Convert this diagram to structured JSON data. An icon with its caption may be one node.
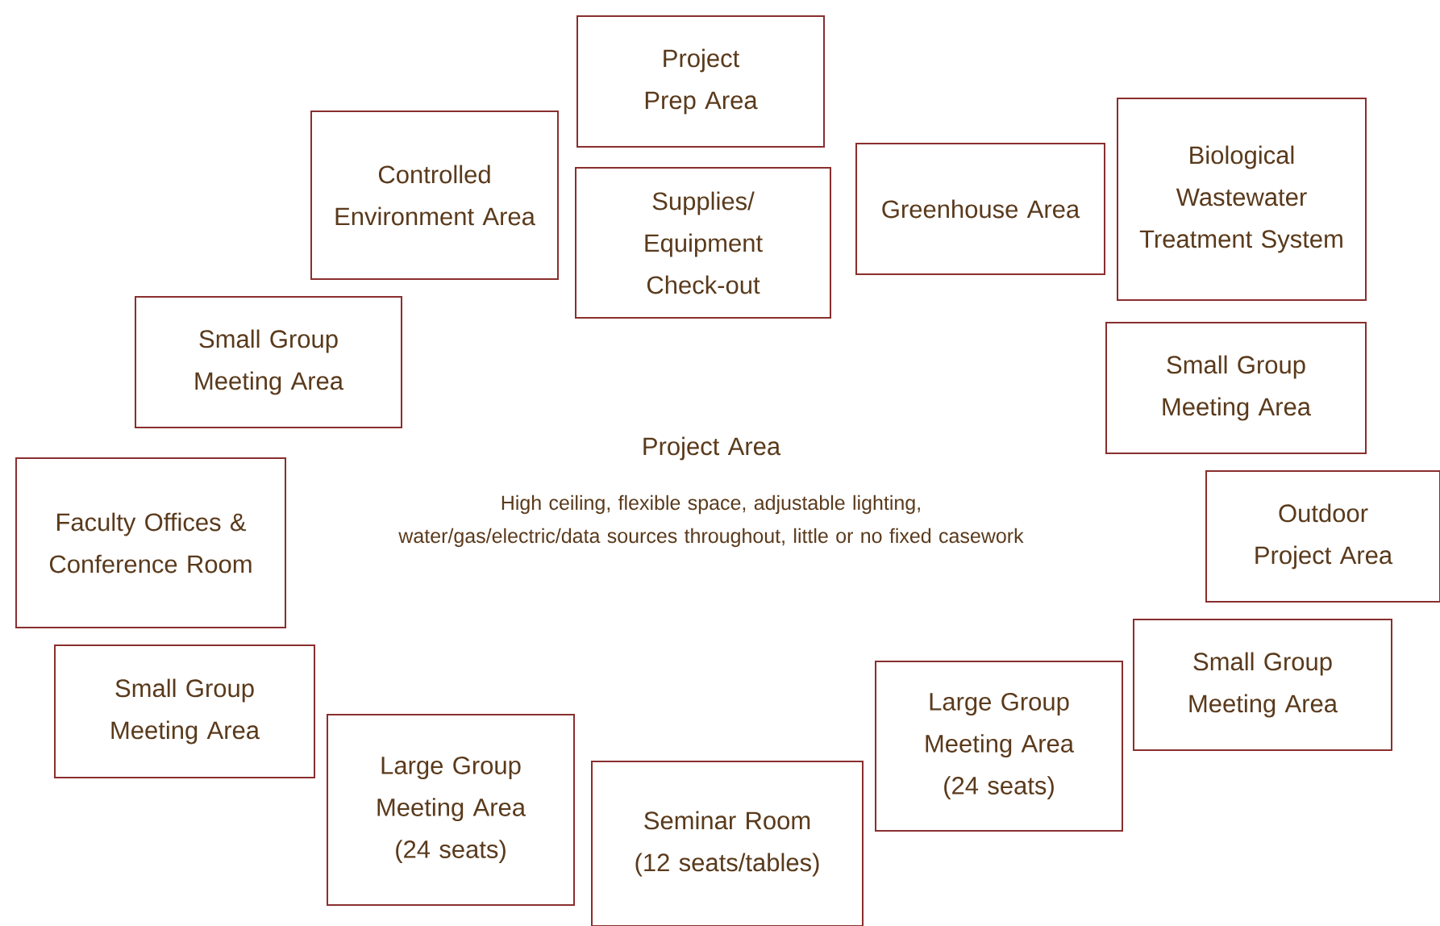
{
  "diagram": {
    "nodes": [
      {
        "text": [
          "Project Prep Area"
        ]
      },
      {
        "text": [
          "Controlled Environment Area"
        ]
      },
      {
        "text": [
          "Supplies/ Equipment Check-out"
        ]
      },
      {
        "text": [
          "Greenhouse Area"
        ]
      },
      {
        "text": [
          "Biological Wastewater Treatment System"
        ]
      },
      {
        "text": [
          "Small Group Meeting Area"
        ]
      },
      {
        "text": [
          "Small Group Meeting Area"
        ]
      },
      {
        "text": [
          "Faculty Offices & Conference Room"
        ]
      },
      {
        "text": [
          "Outdoor Project Area"
        ]
      },
      {
        "text": [
          "Small Group Meeting Area"
        ]
      },
      {
        "text": [
          "Small Group Meeting Area"
        ]
      },
      {
        "text": [
          "Large Group Meeting Area (24 seats)"
        ]
      },
      {
        "text": [
          "Large Group Meeting Area (24 seats)"
        ]
      },
      {
        "text": [
          "Seminar Room (12 seats/tables)"
        ]
      }
    ],
    "labels": [
      "Project Area",
      "High ceiling, flexible space, adjustable lighting, water/gas/electric/data sources throughout, little or no fixed casework"
    ]
  }
}
